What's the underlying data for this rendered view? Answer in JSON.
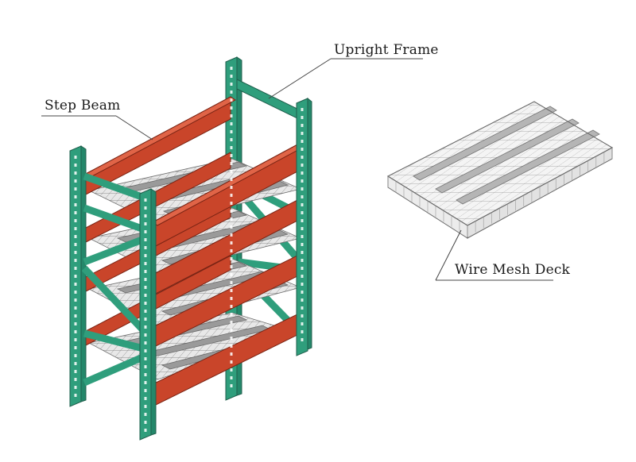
{
  "diagram": {
    "labels": {
      "upright_frame": "Upright Frame",
      "step_beam": "Step Beam",
      "wire_mesh_deck": "Wire Mesh Deck"
    },
    "colors": {
      "upright": "#2f9e7c",
      "beam": "#c9452a",
      "deck": "#9a9a9a",
      "background": "#ffffff"
    },
    "rack": {
      "levels": 4
    }
  }
}
